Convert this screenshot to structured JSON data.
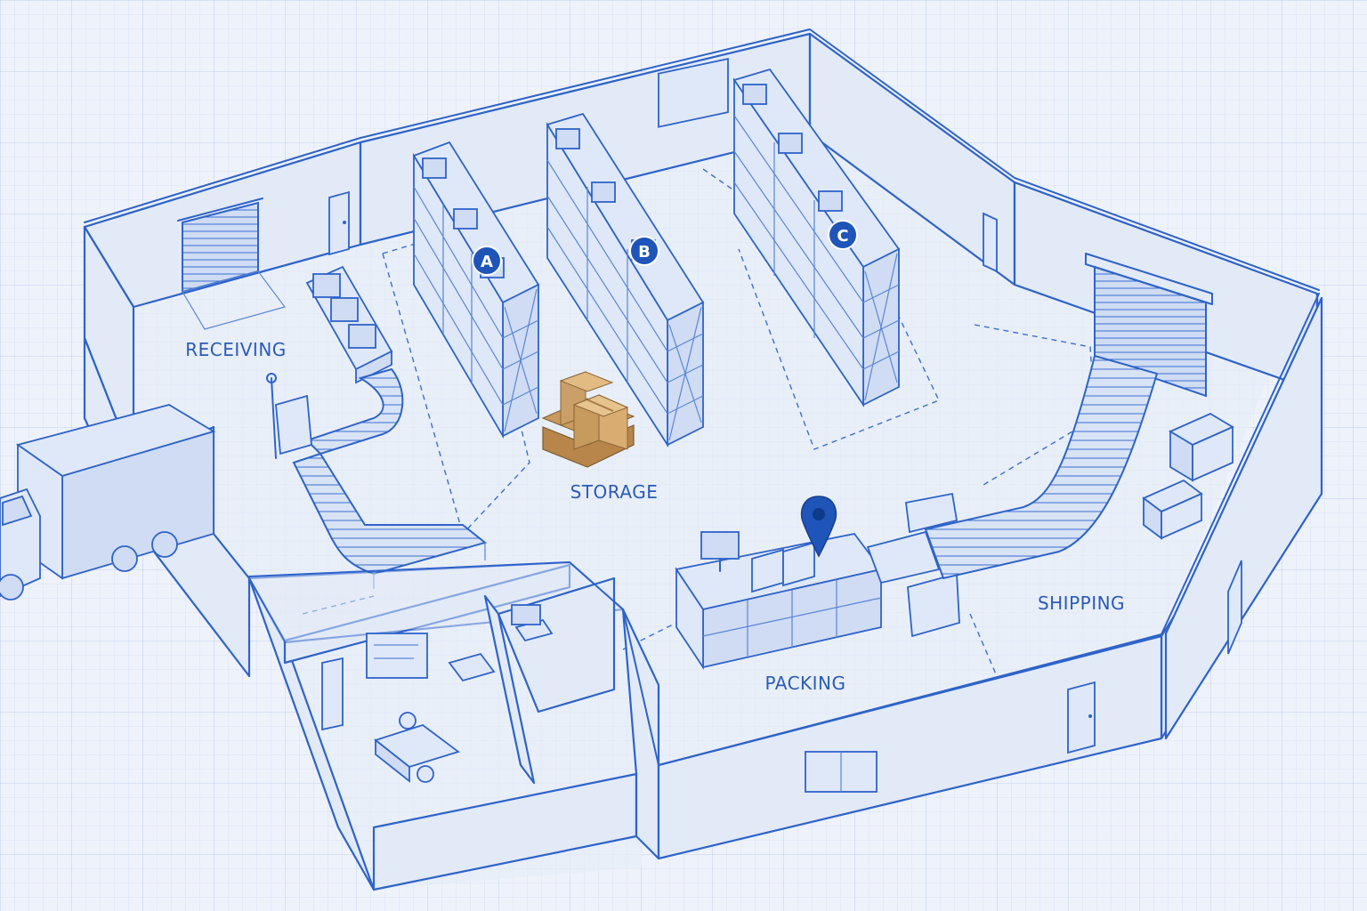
{
  "zones": {
    "receiving": "RECEIVING",
    "storage": "STORAGE",
    "packing": "PACKING",
    "shipping": "SHIPPING"
  },
  "racks": {
    "a": "A",
    "b": "B",
    "c": "C"
  },
  "colors": {
    "blueprint_bg": "#eef2fb",
    "line": "#2e63c9",
    "badge": "#1f55b8",
    "pallet_box": "#d4a15e",
    "pallet_wood": "#b8864a",
    "marker": "#1f55b8"
  }
}
